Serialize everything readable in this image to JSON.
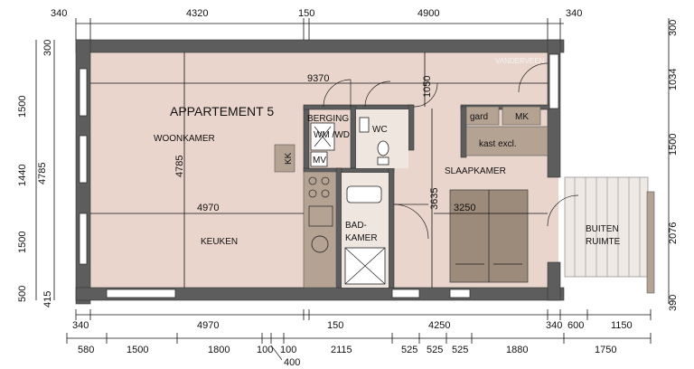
{
  "colors": {
    "floor": "#e9d5cc",
    "wall": "#5d5d5d",
    "furniture": "#b4a293",
    "bed": "#9c8a7a",
    "balcony": "#efe9e6"
  },
  "rooms": {
    "title": "APPARTEMENT 5",
    "woonkamer": "WOONKAMER",
    "keuken": "KEUKEN",
    "berging": "BERGING",
    "wm_wd": "WM\n/WD",
    "mv": "MV",
    "wc": "WC",
    "kk": "KK",
    "badkamer_1": "BAD-",
    "badkamer_2": "KAMER",
    "slaapkamer": "SLAAPKAMER",
    "kast_excl": "kast excl.",
    "gard": "gard",
    "mk": "MK",
    "buiten_1": "BUITEN",
    "buiten_2": "RUIMTE"
  },
  "dims": {
    "top": [
      "340",
      "4320",
      "150",
      "4900",
      "340"
    ],
    "bottom1": [
      "340",
      "4970",
      "150",
      "4250",
      "340",
      "600",
      "1150"
    ],
    "bottom2": [
      "580",
      "1500",
      "1800",
      "100",
      "100",
      "2115",
      "525",
      "525",
      "525",
      "1880",
      "1750"
    ],
    "bottom_400": "400",
    "left_outer": "4785",
    "left_inner": [
      "300",
      "1500",
      "1440",
      "1500",
      "500",
      "415"
    ],
    "right": [
      "300",
      "1034",
      "1500",
      "2076",
      "390"
    ],
    "inner_9370": "9370",
    "inner_4785": "4785",
    "inner_4970": "4970",
    "inner_1050": "1050",
    "inner_3635": "3635",
    "inner_3250": "3250"
  },
  "watermark": "VANDERVEEN"
}
